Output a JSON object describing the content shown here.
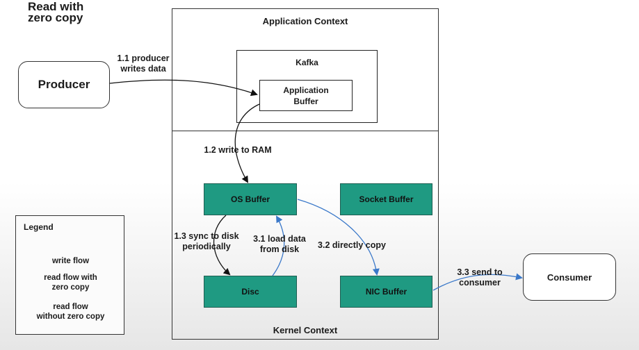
{
  "title": {
    "line1": "Read with",
    "line2": "zero copy"
  },
  "contexts": {
    "application": "Application Context",
    "kernel": "Kernel Context"
  },
  "nodes": {
    "kafka": "Kafka",
    "application_buffer": {
      "line1": "Application",
      "line2": "Buffer"
    },
    "producer": "Producer",
    "consumer": "Consumer",
    "os_buffer": "OS Buffer",
    "socket_buffer": "Socket Buffer",
    "disc": "Disc",
    "nic_buffer": "NIC Buffer"
  },
  "edges": {
    "e1_1": {
      "line1": "1.1 producer",
      "line2": "writes data"
    },
    "e1_2": "1.2 write to RAM",
    "e1_3": {
      "line1": "1.3 sync to disk",
      "line2": "periodically"
    },
    "e3_1": {
      "line1": "3.1 load data",
      "line2": "from disk"
    },
    "e3_2": "3.2 directly copy",
    "e3_3": {
      "line1": "3.3 send to",
      "line2": "consumer"
    }
  },
  "legend": {
    "title": "Legend",
    "write_flow": "write flow",
    "read_zero": {
      "line1": "read flow with",
      "line2": "zero copy"
    },
    "read_no_zero": {
      "line1": "read flow",
      "line2": "without zero copy"
    }
  },
  "colors": {
    "write_flow": "#111111",
    "read_zero_copy": "#3a78c9",
    "read_without_zero_copy": "#d81b2b",
    "buffer_fill": "#1f9a82"
  }
}
